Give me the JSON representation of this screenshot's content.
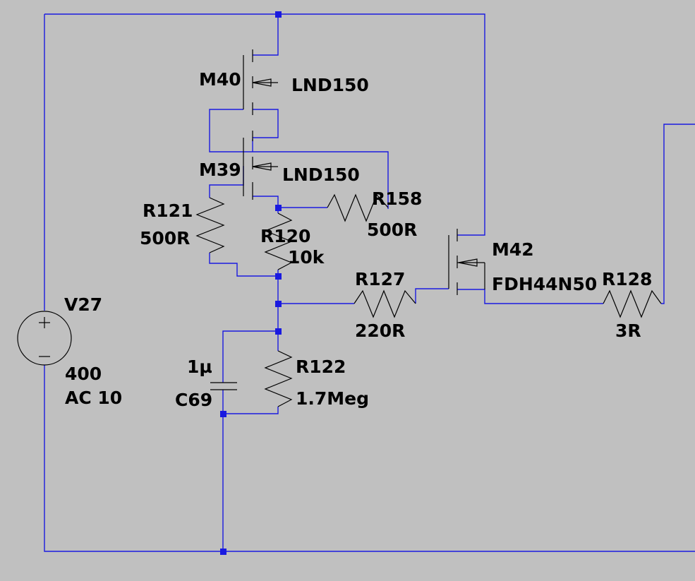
{
  "colors": {
    "background": "#c0c0c0",
    "wire": "#1a1ae0",
    "component": "#000000",
    "junction": "#1a1ae0"
  },
  "components": {
    "m40": {
      "name": "M40",
      "model": "LND150"
    },
    "m39": {
      "name": "M39",
      "model": "LND150"
    },
    "m42": {
      "name": "M42",
      "model": "FDH44N50"
    },
    "r121": {
      "name": "R121",
      "value": "500R"
    },
    "r120": {
      "name": "R120",
      "value": "10k"
    },
    "r158": {
      "name": "R158",
      "value": "500R"
    },
    "r127": {
      "name": "R127",
      "value": "220R"
    },
    "r128": {
      "name": "R128",
      "value": "3R"
    },
    "r122": {
      "name": "R122",
      "value": "1.7Meg"
    },
    "c69": {
      "name": "C69",
      "value": "1µ"
    },
    "v27": {
      "name": "V27",
      "value": "400",
      "ac": "AC 10"
    }
  }
}
